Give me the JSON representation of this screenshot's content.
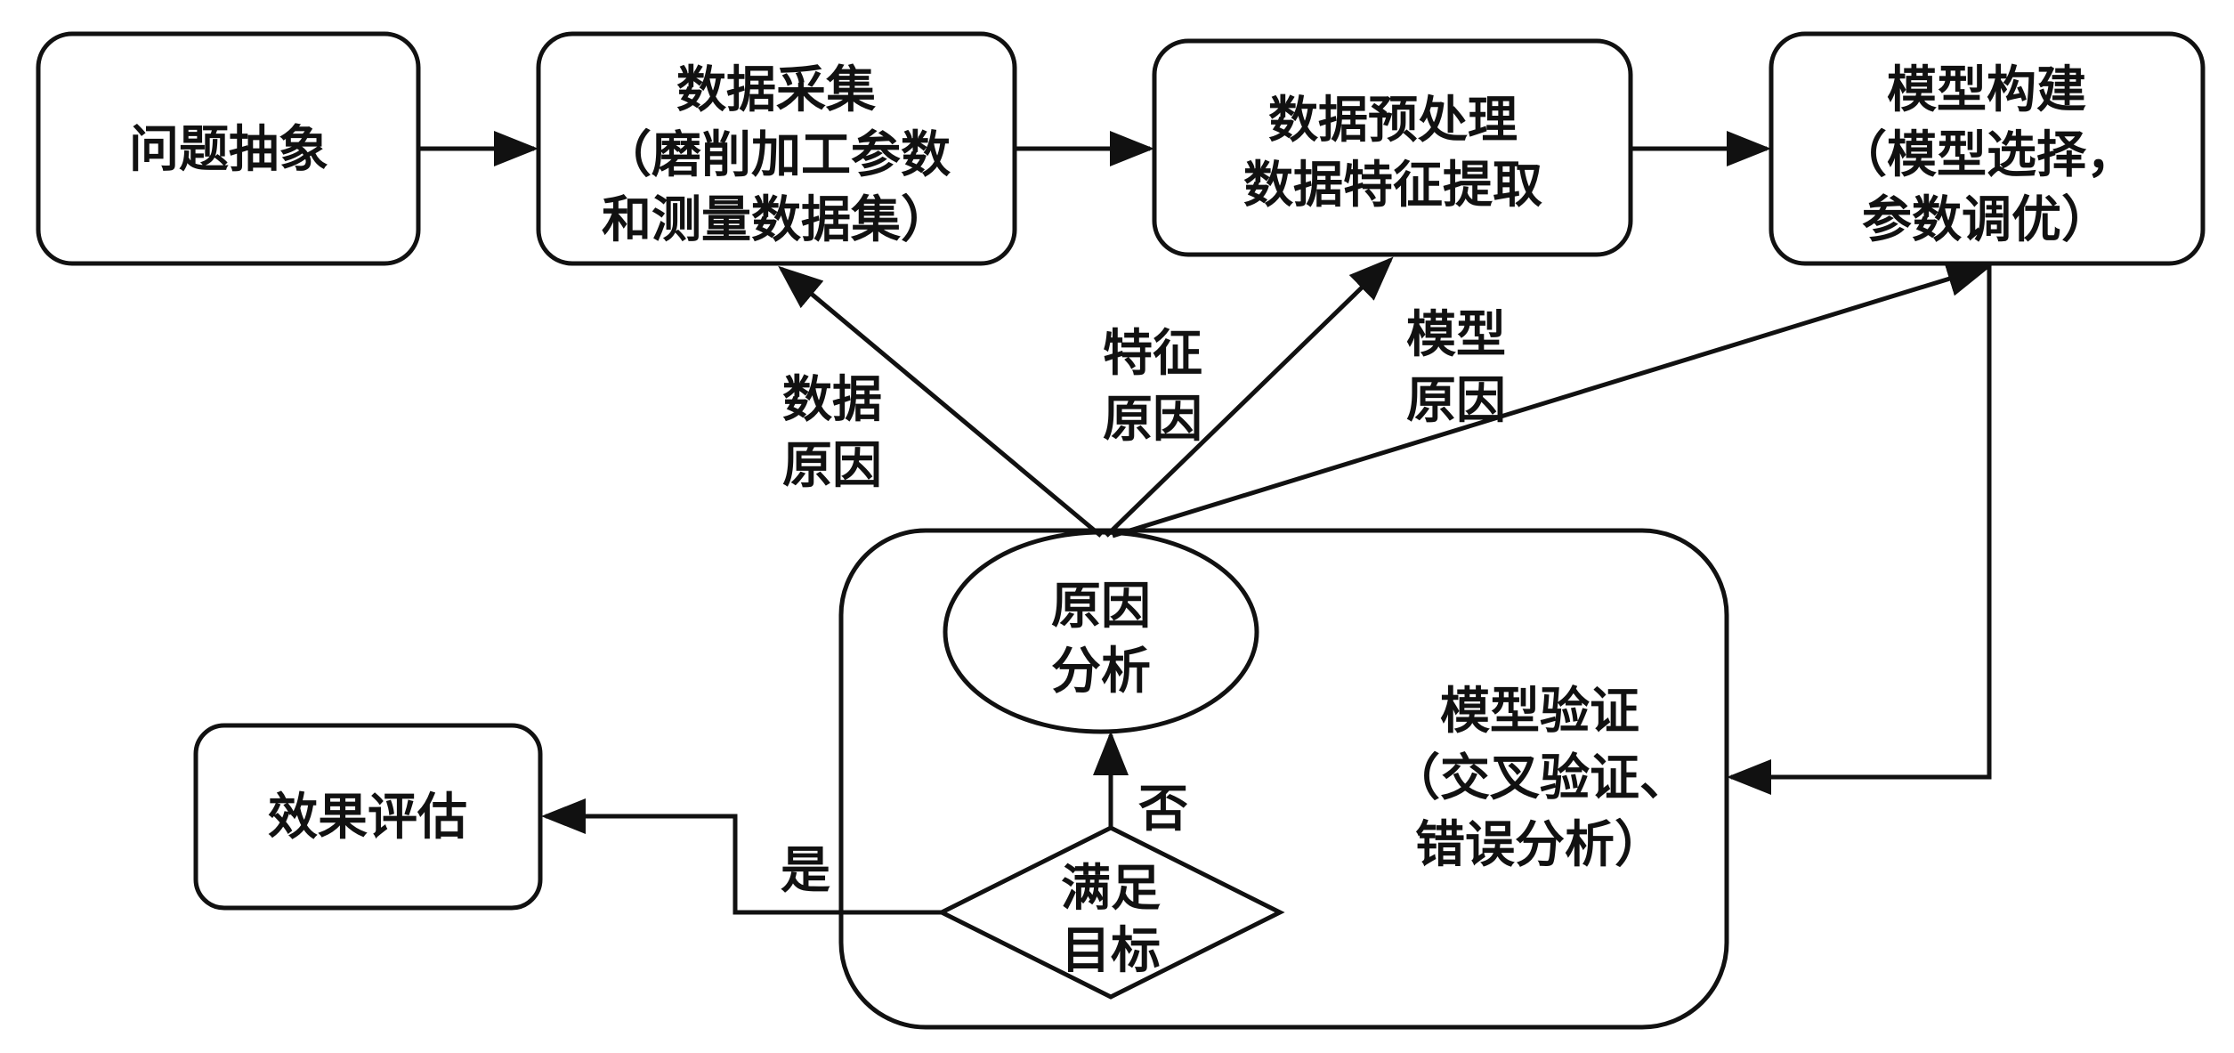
{
  "nodes": {
    "problem": {
      "lines": [
        "问题抽象"
      ]
    },
    "collect": {
      "lines": [
        "数据采集",
        "（磨削加工参数",
        "和测量数据集）"
      ]
    },
    "preprocess": {
      "lines": [
        "数据预处理",
        "数据特征提取"
      ]
    },
    "build": {
      "lines": [
        "模型构建",
        "（模型选择，",
        "参数调优）"
      ]
    },
    "verify": {
      "lines": [
        "模型验证",
        "（交叉验证、",
        "错误分析）"
      ]
    },
    "cause": {
      "lines": [
        "原因",
        "分析"
      ]
    },
    "goal": {
      "lines": [
        "满足",
        "目标"
      ]
    },
    "evaluate": {
      "lines": [
        "效果评估"
      ]
    }
  },
  "edge_labels": {
    "data_cause": {
      "lines": [
        "数据",
        "原因"
      ]
    },
    "feature_cause": {
      "lines": [
        "特征",
        "原因"
      ]
    },
    "model_cause": {
      "lines": [
        "模型",
        "原因"
      ]
    },
    "no": {
      "lines": [
        "否"
      ]
    },
    "yes": {
      "lines": [
        "是"
      ]
    }
  }
}
